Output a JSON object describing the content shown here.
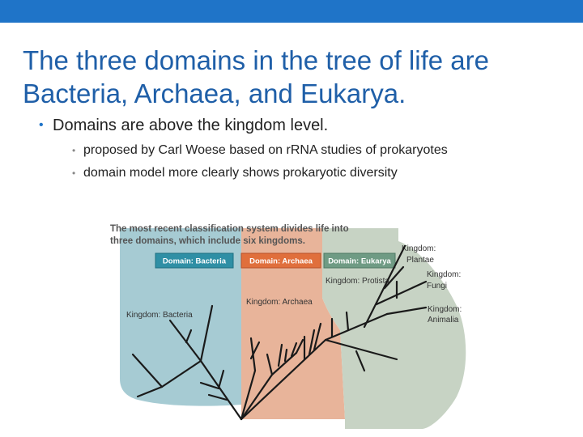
{
  "slide": {
    "title_line1": "The three domains in the tree of life are",
    "title_line2": "Bacteria, Archaea, and Eukarya.",
    "bullet1": "Domains are above the kingdom level.",
    "sub_bullets": [
      "proposed by Carl Woese based on rRNA studies of prokaryotes",
      "domain model more clearly shows prokaryotic diversity"
    ]
  },
  "figure": {
    "caption_line1": "The most recent classification system divides life into",
    "caption_line2": "three domains, which include six kingdoms.",
    "domains": [
      {
        "label": "Domain: Bacteria",
        "color": "#2f8fa5"
      },
      {
        "label": "Domain: Archaea",
        "color": "#e06f3c"
      },
      {
        "label": "Domain: Eukarya",
        "color": "#6f9b84"
      }
    ],
    "kingdoms": {
      "bacteria": "Kingdom: Bacteria",
      "archaea": "Kingdom: Archaea",
      "protista": "Kingdom: Protista",
      "plantae_1": "Kingdom:",
      "plantae_2": "Plantae",
      "fungi_1": "Kingdom:",
      "fungi_2": "Fungi",
      "animalia_1": "Kingdom:",
      "animalia_2": "Animalia"
    },
    "colors": {
      "bacteria_region": "#a6cbd3",
      "archaea_region": "#e8b49a",
      "eukarya_region": "#c7d3c4",
      "branch": "#1a1a1a"
    }
  }
}
